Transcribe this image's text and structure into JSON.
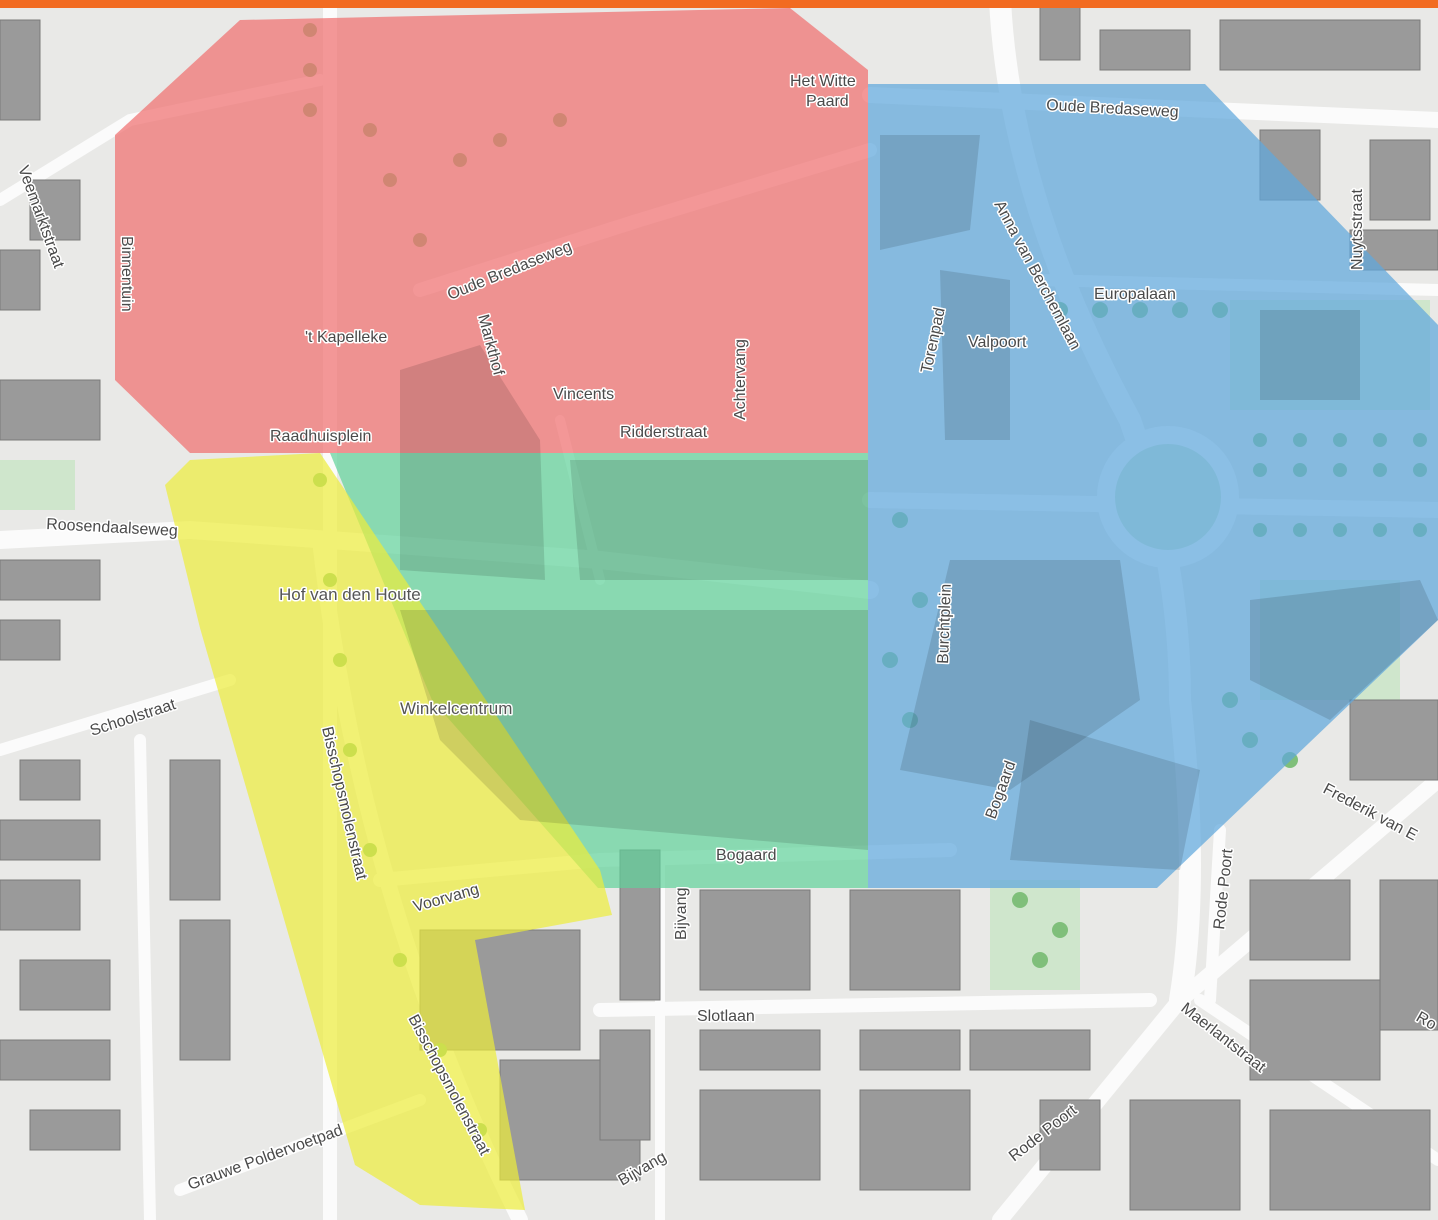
{
  "accent_color": "#f26b21",
  "zones": [
    {
      "name": "red",
      "color": "#f07070"
    },
    {
      "name": "blue",
      "color": "#5fa8dc"
    },
    {
      "name": "green",
      "color": "#5fd19a"
    },
    {
      "name": "yellow",
      "color": "#eded3a"
    }
  ],
  "labels": {
    "het_witte_paard_1": "Het Witte",
    "het_witte_paard_2": "Paard",
    "oude_bredaseweg_1": "Oude Bredaseweg",
    "oude_bredaseweg_2": "Oude Bredaseweg",
    "veemarktstraat": "Veemarktstraat",
    "binnentuin": "Binnentuin",
    "kapelleke": "'t Kapelleke",
    "markthof": "Markthof",
    "achtervang": "Achtervang",
    "vincents": "Vincents",
    "ridderstraat": "Ridderstraat",
    "raadhuisplein": "Raadhuisplein",
    "roosendaalseweg": "Roosendaalseweg",
    "hof_van_den_houte": "Hof van den Houte",
    "schoolstraat": "Schoolstraat",
    "winkelcentrum": "Winkelcentrum",
    "bisschopsmolenstraat_1": "Bisschopsmolenstraat",
    "bisschopsmolenstraat_2": "Bisschopsmolenstraat",
    "voorvang": "Voorvang",
    "bogaard_1": "Bogaard",
    "bogaard_2": "Bogaard",
    "bijvang_1": "Bijvang",
    "bijvang_2": "Bijvang",
    "slotlaan": "Slotlaan",
    "grauwe_poldervoetpad": "Grauwe Poldervoetpad",
    "nuytsstraat": "Nuytsstraat",
    "anna_van_berchemlaan": "Anna van Berchemlaan",
    "europalaan": "Europalaan",
    "torenpad": "Torenpad",
    "valpoort": "Valpoort",
    "burchtplein": "Burchtplein",
    "rode_poort_1": "Rode Poort",
    "rode_poort_2": "Rode Poort",
    "frederik_van_e": "Frederik van E",
    "maerlantstraat": "Maerlantstraat",
    "ro": "Ro"
  }
}
